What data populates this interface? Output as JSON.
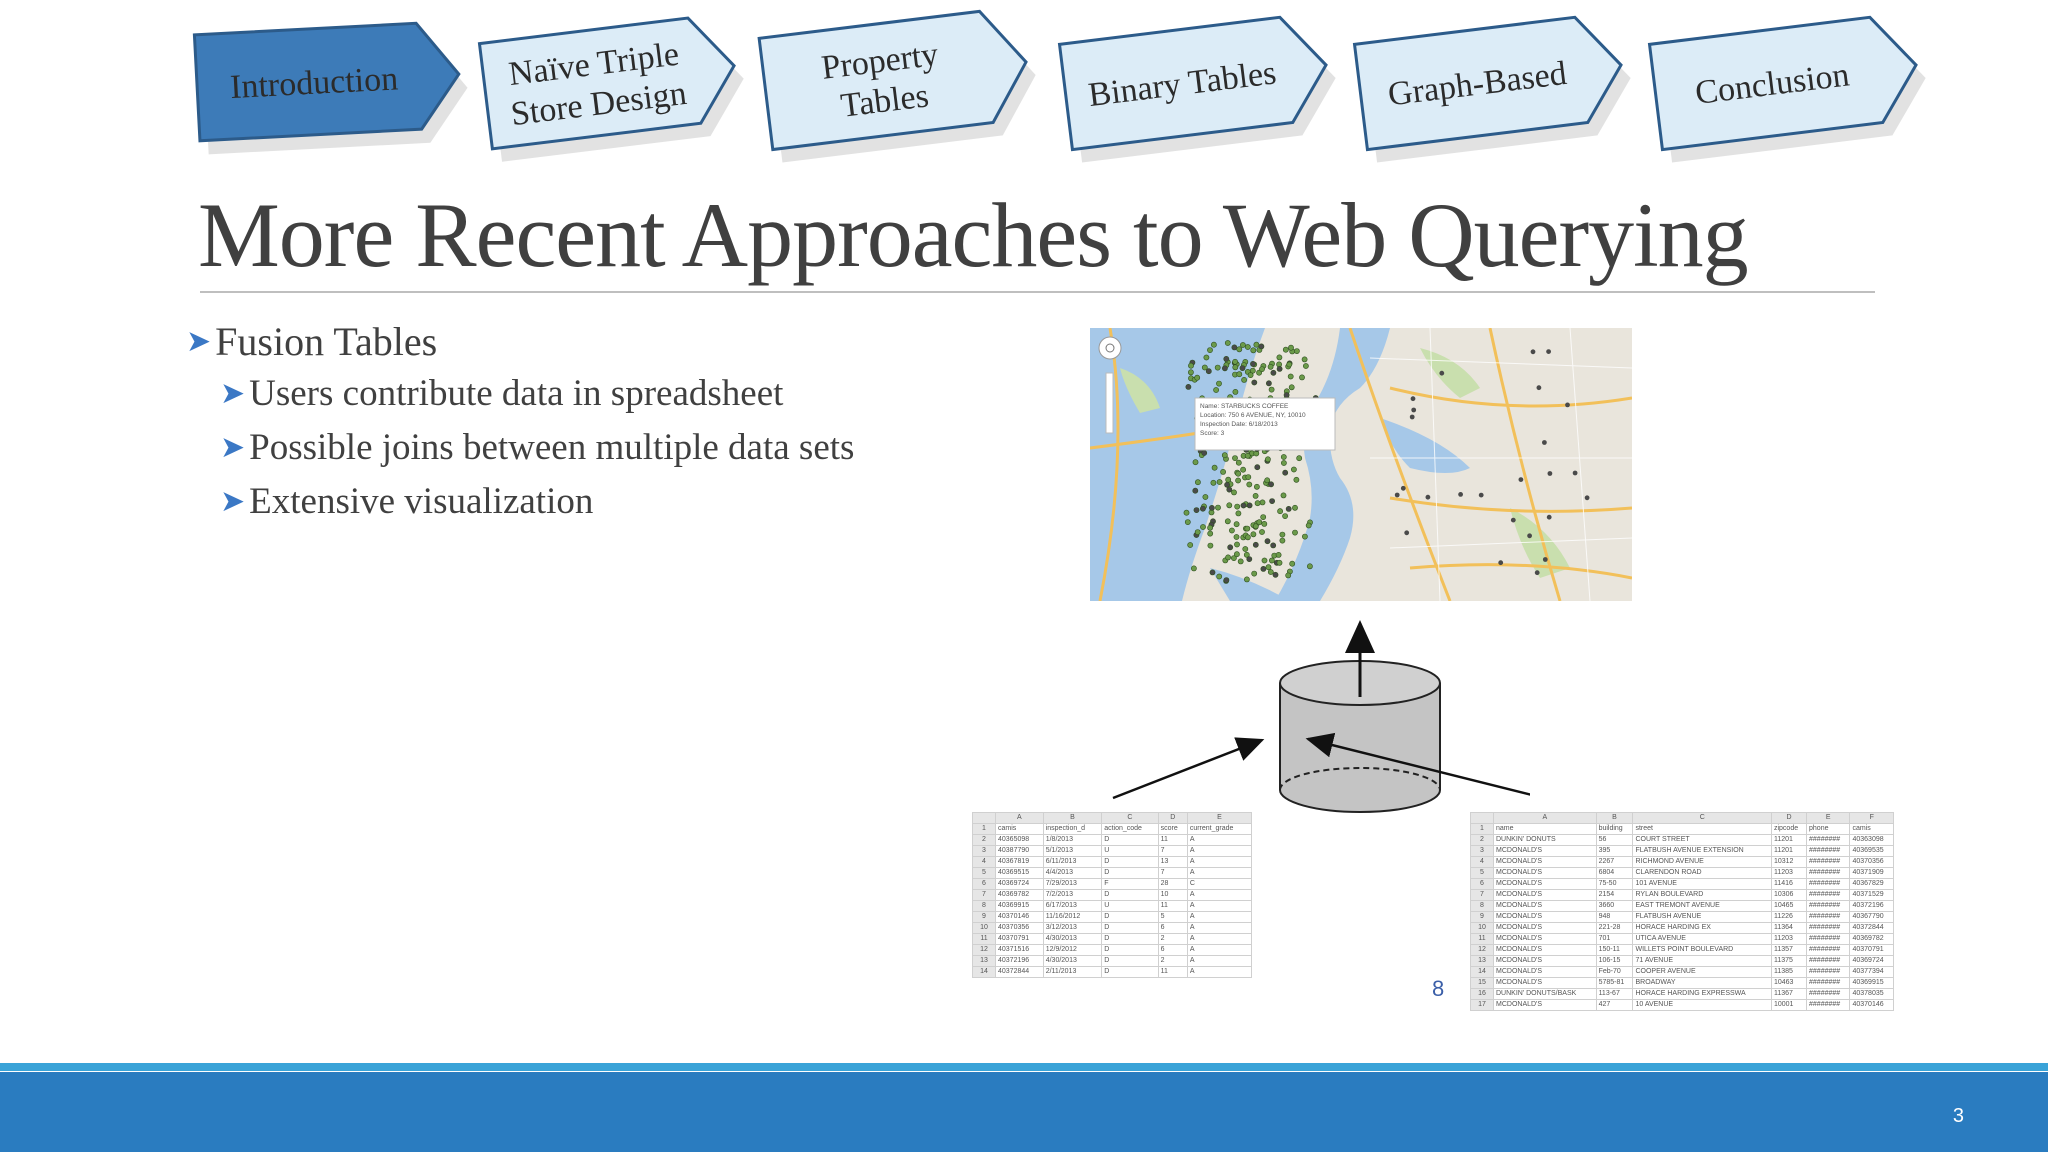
{
  "nav": {
    "tabs": [
      {
        "lines": [
          "Introduction"
        ],
        "active": true
      },
      {
        "lines": [
          "Naïve Triple",
          "Store Design"
        ],
        "active": false
      },
      {
        "lines": [
          "Property",
          "Tables"
        ],
        "active": false
      },
      {
        "lines": [
          "Binary Tables"
        ],
        "active": false
      },
      {
        "lines": [
          "Graph-Based"
        ],
        "active": false
      },
      {
        "lines": [
          "Conclusion"
        ],
        "active": false
      }
    ]
  },
  "slide": {
    "title": "More Recent Approaches to Web Querying",
    "bullet_main": "Fusion Tables",
    "sub_bullets": [
      "Users contribute data in spreadsheet",
      "Possible joins between  multiple data sets",
      "Extensive visualization"
    ],
    "page_link": "8",
    "page_number": "3"
  },
  "map_popup": {
    "lines": [
      "Name: STARBUCKS COFFEE",
      "Location: 750 6 AVENUE, NY, 10010",
      "Inspection Date: 6/18/2013",
      "Score: 3"
    ]
  },
  "sheet_left": {
    "col_letters": [
      "A",
      "B",
      "C",
      "D",
      "E"
    ],
    "rows": [
      [
        "camis",
        "inspection_d",
        "action_code",
        "score",
        "current_grade"
      ],
      [
        "40365098",
        "1/8/2013",
        "D",
        "11",
        "A"
      ],
      [
        "40387790",
        "5/1/2013",
        "U",
        "7",
        "A"
      ],
      [
        "40367819",
        "6/11/2013",
        "D",
        "13",
        "A"
      ],
      [
        "40369515",
        "4/4/2013",
        "D",
        "7",
        "A"
      ],
      [
        "40369724",
        "7/29/2013",
        "F",
        "28",
        "C"
      ],
      [
        "40369782",
        "7/2/2013",
        "D",
        "10",
        "A"
      ],
      [
        "40369915",
        "6/17/2013",
        "U",
        "11",
        "A"
      ],
      [
        "40370146",
        "11/16/2012",
        "D",
        "5",
        "A"
      ],
      [
        "40370356",
        "3/12/2013",
        "D",
        "6",
        "A"
      ],
      [
        "40370791",
        "4/30/2013",
        "D",
        "2",
        "A"
      ],
      [
        "40371516",
        "12/9/2012",
        "D",
        "6",
        "A"
      ],
      [
        "40372196",
        "4/30/2013",
        "D",
        "2",
        "A"
      ],
      [
        "40372844",
        "2/11/2013",
        "D",
        "11",
        "A"
      ]
    ]
  },
  "sheet_right": {
    "col_letters": [
      "A",
      "B",
      "C",
      "D",
      "E",
      "F"
    ],
    "rows": [
      [
        "name",
        "building",
        "street",
        "zipcode",
        "phone",
        "camis"
      ],
      [
        "DUNKIN' DONUTS",
        "56",
        "COURT STREET",
        "11201",
        "########",
        "40363098"
      ],
      [
        "MCDONALD'S",
        "395",
        "FLATBUSH AVENUE EXTENSION",
        "11201",
        "########",
        "40369535"
      ],
      [
        "MCDONALD'S",
        "2267",
        "RICHMOND AVENUE",
        "10312",
        "########",
        "40370356"
      ],
      [
        "MCDONALD'S",
        "6804",
        "CLARENDON ROAD",
        "11203",
        "########",
        "40371909"
      ],
      [
        "MCDONALD'S",
        "75-50",
        "101 AVENUE",
        "11416",
        "########",
        "40367829"
      ],
      [
        "MCDONALD'S",
        "2154",
        "RYLAN BOULEVARD",
        "10306",
        "########",
        "40371529"
      ],
      [
        "MCDONALD'S",
        "3660",
        "EAST TREMONT AVENUE",
        "10465",
        "########",
        "40372196"
      ],
      [
        "MCDONALD'S",
        "948",
        "FLATBUSH AVENUE",
        "11226",
        "########",
        "40367790"
      ],
      [
        "MCDONALD'S",
        "221-28",
        "HORACE HARDING EX",
        "11364",
        "########",
        "40372844"
      ],
      [
        "MCDONALD'S",
        "701",
        "UTICA AVENUE",
        "11203",
        "########",
        "40369782"
      ],
      [
        "MCDONALD'S",
        "150-11",
        "WILLETS POINT BOULEVARD",
        "11357",
        "########",
        "40370791"
      ],
      [
        "MCDONALD'S",
        "106-15",
        "71 AVENUE",
        "11375",
        "########",
        "40369724"
      ],
      [
        "MCDONALD'S",
        "Feb-70",
        "COOPER AVENUE",
        "11385",
        "########",
        "40377394"
      ],
      [
        "MCDONALD'S",
        "5785-81",
        "BROADWAY",
        "10463",
        "########",
        "40369915"
      ],
      [
        "DUNKIN' DONUTS/BASK",
        "113-67",
        "HORACE HARDING EXPRESSWA",
        "11367",
        "########",
        "40378035"
      ],
      [
        "MCDONALD'S",
        "427",
        "10 AVENUE",
        "10001",
        "########",
        "40370146"
      ]
    ]
  },
  "colors": {
    "active_tab": "#3d7bb8",
    "inactive_tab": "#dcecf7",
    "tab_border": "#2c5b8a",
    "footer": "#2a7cc0",
    "footer_line": "#3aa3d8",
    "bullet_arrow": "#3b78c5"
  },
  "icons": [
    "arrow-right-icon",
    "database-cylinder-icon",
    "map-compass-icon"
  ]
}
